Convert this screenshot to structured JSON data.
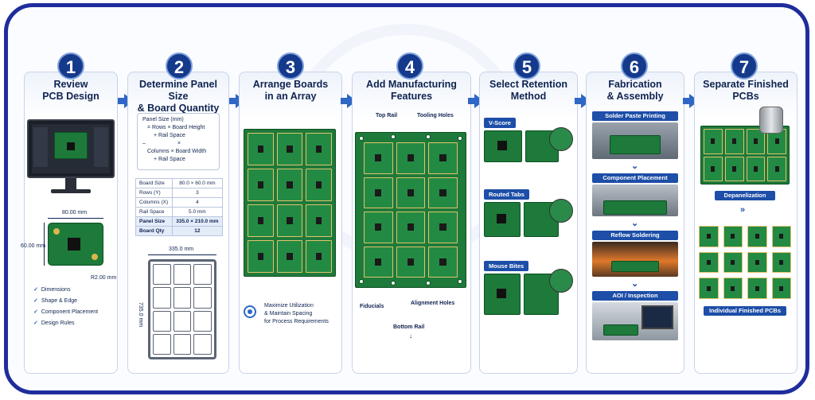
{
  "steps": [
    {
      "num": "1",
      "title": "Review\nPCB Design"
    },
    {
      "num": "2",
      "title": "Determine Panel Size\n& Board Quantity"
    },
    {
      "num": "3",
      "title": "Arrange Boards\nin an Array"
    },
    {
      "num": "4",
      "title": "Add Manufacturing\nFeatures"
    },
    {
      "num": "5",
      "title": "Select Retention\nMethod"
    },
    {
      "num": "6",
      "title": "Fabrication\n& Assembly"
    },
    {
      "num": "7",
      "title": "Separate Finished\nPCBs"
    }
  ],
  "step1": {
    "width_dim": "80.00 mm",
    "height_dim": "60.00 mm",
    "radius_dim": "R2.00 mm",
    "checklist": [
      "Dimensions",
      "Shape & Edge",
      "Component Placement",
      "Design Rules"
    ]
  },
  "step2": {
    "formula": [
      "Panel Size (mm)",
      "= Rows × Board Height",
      "+ Rail Space",
      "–",
      "×",
      "Columns × Board Width",
      "+ Rail Space"
    ],
    "table": [
      [
        "Board Size",
        "80.0 × 60.0 mm"
      ],
      [
        "Rows (Y)",
        "3"
      ],
      [
        "Columns (X)",
        "4"
      ],
      [
        "Rail Space",
        "5.0 mm"
      ],
      [
        "Panel Size",
        "335.0 × 210.0 mm"
      ],
      [
        "Board Qty",
        "12"
      ]
    ],
    "panel_width": "335.0 mm",
    "panel_height": "735.0 mm"
  },
  "step3": {
    "note": "Maximize Utilization\n& Maintain Spacing\nfor Process Requirements"
  },
  "step4": {
    "top_rail": "Top Rail",
    "tooling_holes": "Tooling Holes",
    "fiducials": "Fiducials",
    "alignment_holes": "Alignment Holes",
    "bottom_rail": "Bottom Rail"
  },
  "step5": {
    "methods": [
      "V-Score",
      "Routed Tabs",
      "Mouse Bites"
    ]
  },
  "step6": {
    "stages": [
      "Solder Paste Printing",
      "Component Placement",
      "Reflow Soldering",
      "AOI / Inspection"
    ]
  },
  "step7": {
    "depanelization": "Depanelization",
    "result": "Individual Finished PCBs"
  },
  "colors": {
    "frame": "#1f2d9c",
    "accent": "#2e67c6",
    "pcb_green": "#1d7a3a",
    "step_badge": "#153a8c"
  }
}
